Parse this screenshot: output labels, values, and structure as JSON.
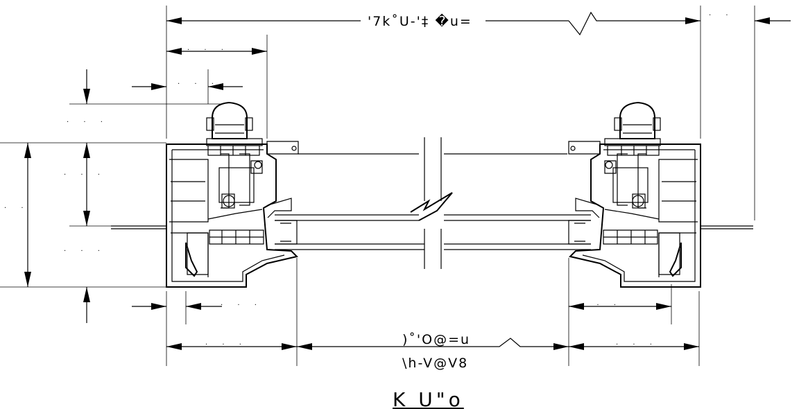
{
  "labels": {
    "top_overall": "'7k˚U-'‡ �u=",
    "bottom_line1": ")˚'O@=u",
    "bottom_line2": "\\h-V@V8",
    "section_title": "K U\"o"
  },
  "minor_dims": {
    "top_left_outer": ". . .",
    "top_left_inner": ". . .",
    "left_upper": ". . .",
    "left_mid": ". . .",
    "left_overall": ". .",
    "left_lower": ". . .",
    "top_right": ". .",
    "bottom_left_inner": ". . .",
    "bottom_left_outer": ". . .",
    "bottom_right_inner": ". . .",
    "bottom_right_outer": ". . ."
  }
}
